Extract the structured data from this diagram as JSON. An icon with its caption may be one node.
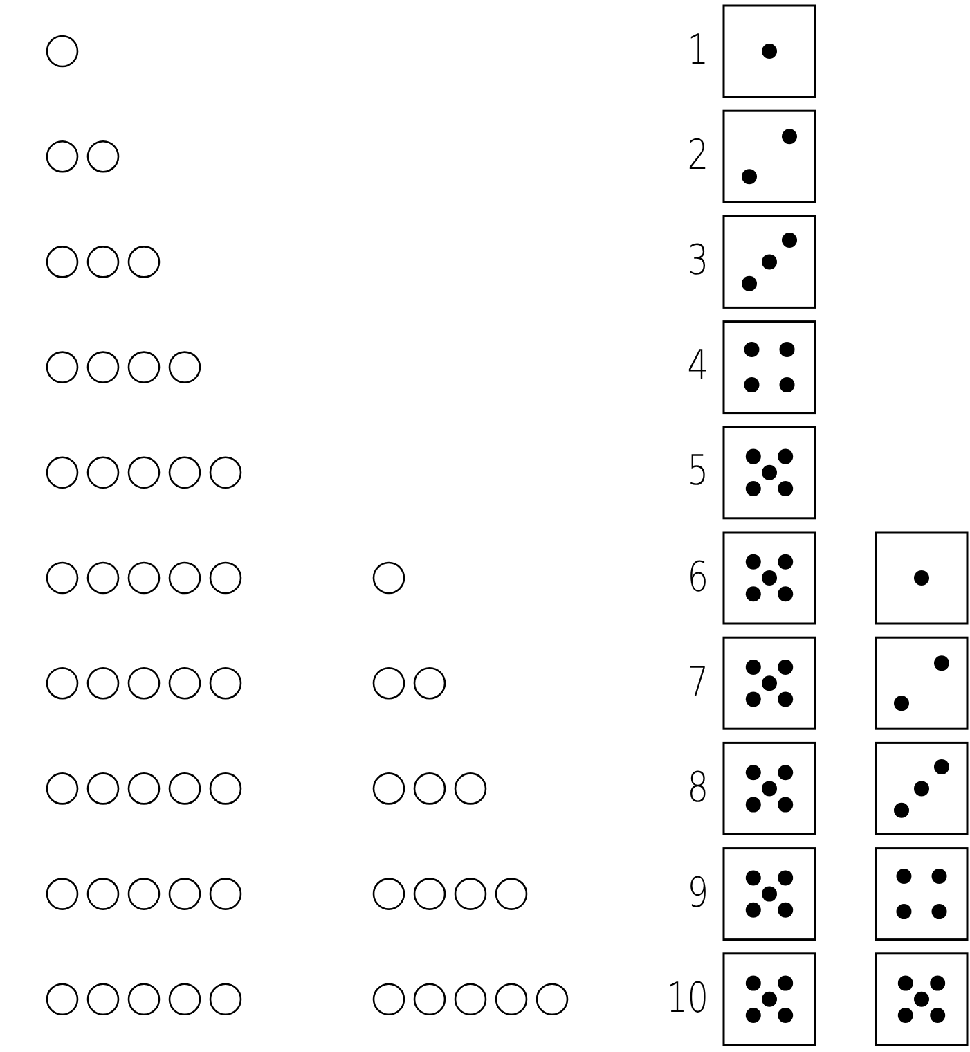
{
  "diagram": {
    "labels": [
      "1",
      "2",
      "3",
      "4",
      "5",
      "6",
      "7",
      "8",
      "9",
      "10"
    ]
  }
}
